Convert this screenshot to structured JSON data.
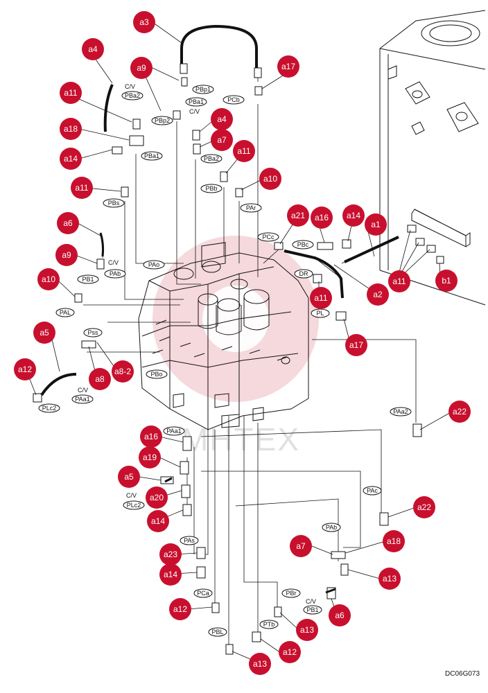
{
  "diagram": {
    "drawing_code": "DC06G073",
    "watermark": "MHTEX",
    "accent_color": "#c8102e",
    "callouts": [
      "a3",
      "a4",
      "a9",
      "a17",
      "a11",
      "a18",
      "a14",
      "a4",
      "a7",
      "a11",
      "a11",
      "a10",
      "a6",
      "a21",
      "a16",
      "a14",
      "a1",
      "a9",
      "a10",
      "a11",
      "a2",
      "a11",
      "b1",
      "a17",
      "a5",
      "a12",
      "a8",
      "a8-2",
      "a22",
      "a16",
      "a19",
      "a5",
      "a20",
      "a14",
      "a22",
      "a7",
      "a18",
      "a23",
      "a13",
      "a14",
      "a6",
      "a12",
      "a13",
      "a12",
      "a13"
    ],
    "ports": [
      "PBp1",
      "PBa2",
      "PCb",
      "PBa1",
      "PBp2",
      "PBa2",
      "PBa1",
      "PBb",
      "PBs",
      "PAr",
      "PCc",
      "PBc",
      "PAb",
      "PAo",
      "PB1",
      "DR",
      "PAL",
      "PL",
      "Pss",
      "PBo",
      "PAa1",
      "PLc2",
      "PAa2",
      "PAa1",
      "PLc2",
      "PAc",
      "PAb",
      "PAs",
      "PCa",
      "PBr",
      "PB1",
      "PTb",
      "PBL"
    ],
    "cv_labels": [
      "C/V",
      "C/V",
      "C/V",
      "C/V",
      "C/V",
      "C/V"
    ]
  }
}
